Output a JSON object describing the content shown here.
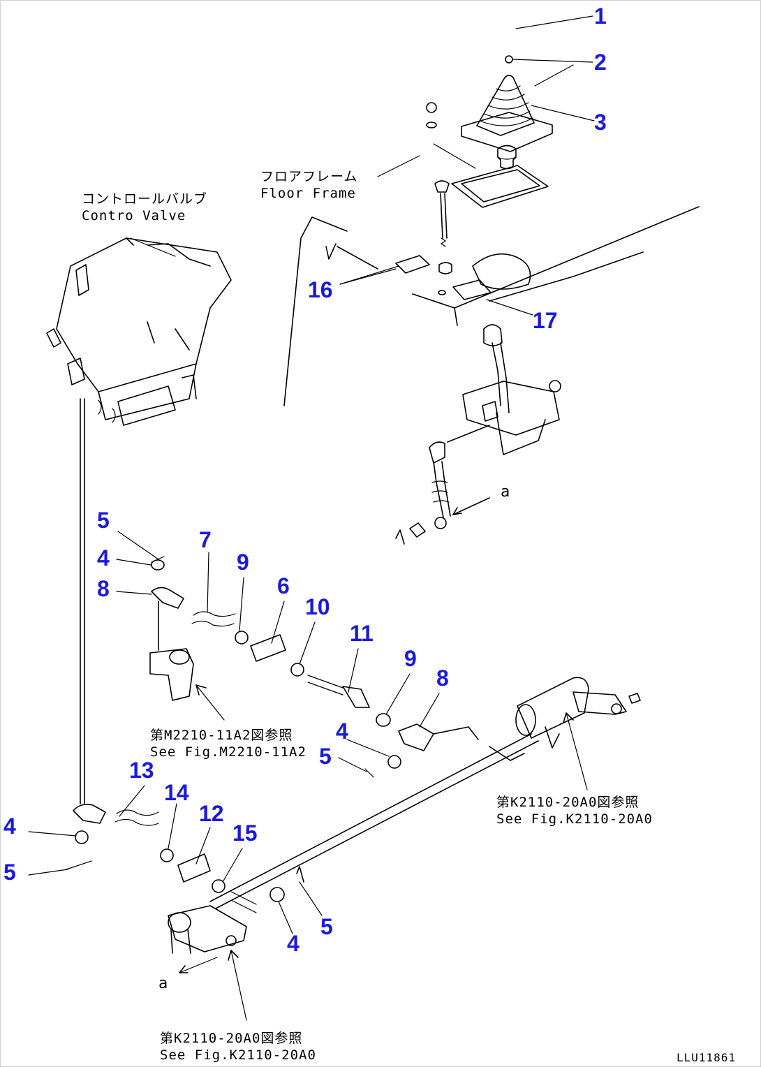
{
  "colors": {
    "callout": "#1a1adb",
    "line": "#000000",
    "background": "#ffffff"
  },
  "callouts": [
    {
      "id": "c1",
      "text": "1"
    },
    {
      "id": "c2",
      "text": "2"
    },
    {
      "id": "c3",
      "text": "3"
    },
    {
      "id": "c16",
      "text": "16"
    },
    {
      "id": "c17",
      "text": "17"
    },
    {
      "id": "c5a",
      "text": "5"
    },
    {
      "id": "c4a",
      "text": "4"
    },
    {
      "id": "c8a",
      "text": "8"
    },
    {
      "id": "c7",
      "text": "7"
    },
    {
      "id": "c9a",
      "text": "9"
    },
    {
      "id": "c6",
      "text": "6"
    },
    {
      "id": "c10",
      "text": "10"
    },
    {
      "id": "c11",
      "text": "11"
    },
    {
      "id": "c9b",
      "text": "9"
    },
    {
      "id": "c8b",
      "text": "8"
    },
    {
      "id": "c4b",
      "text": "4"
    },
    {
      "id": "c5b",
      "text": "5"
    },
    {
      "id": "c13",
      "text": "13"
    },
    {
      "id": "c14",
      "text": "14"
    },
    {
      "id": "c12",
      "text": "12"
    },
    {
      "id": "c15",
      "text": "15"
    },
    {
      "id": "c4c",
      "text": "4"
    },
    {
      "id": "c5c",
      "text": "5"
    },
    {
      "id": "c5d",
      "text": "5"
    },
    {
      "id": "c4d",
      "text": "4"
    }
  ],
  "notes": {
    "floor_frame": {
      "jp": "フロアフレーム",
      "en": "Floor Frame"
    },
    "control_valve": {
      "jp": "コントロールバルブ",
      "en": "Contro  Valve"
    },
    "ref_m2210": {
      "jp": "第M2210-11A2図参照",
      "en": "See Fig.M2210-11A2"
    },
    "ref_k2110_right": {
      "jp": "第K2110-20A0図参照",
      "en": "See Fig.K2110-20A0"
    },
    "ref_k2110_bottom": {
      "jp": "第K2110-20A0図参照",
      "en": "See Fig.K2110-20A0"
    }
  },
  "connector_marks": {
    "a": "a",
    "b": "a"
  },
  "drawing_code": "LLU11861"
}
